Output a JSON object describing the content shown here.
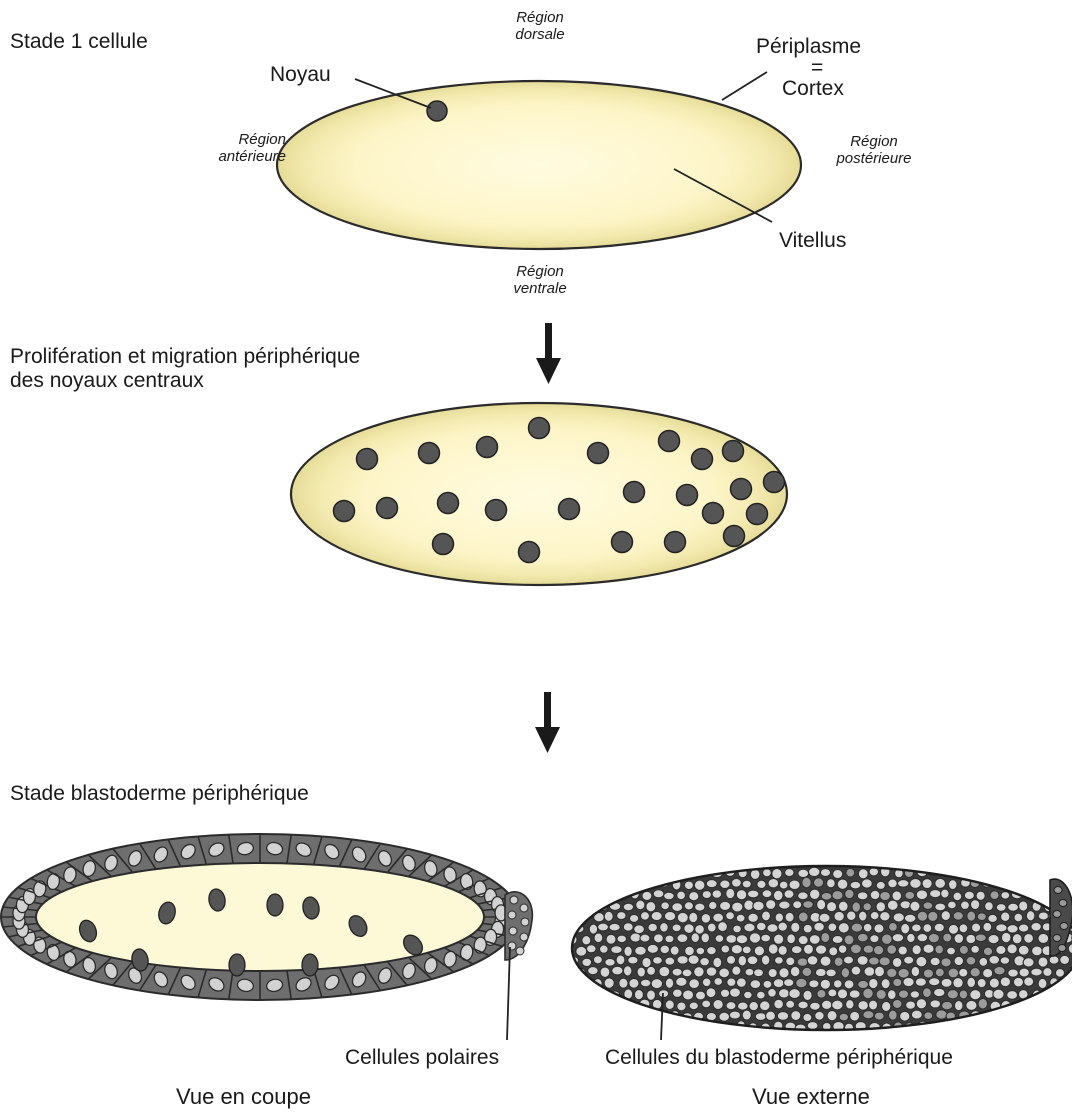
{
  "stage1": {
    "title": "Stade 1 cellule",
    "region_dorsal": [
      "Région",
      "dorsale"
    ],
    "region_ventral": [
      "Région",
      "ventrale"
    ],
    "region_anterior": [
      "Région",
      "antérieure"
    ],
    "region_posterior": [
      "Région",
      "postérieure"
    ],
    "noyau_label": "Noyau",
    "periplasme_label": "Périplasme",
    "equals_label": "=",
    "cortex_label": "Cortex",
    "vitellus_label": "Vitellus"
  },
  "stage2": {
    "title_line1": "Prolifération et migration périphérique",
    "title_line2": "des noyaux centraux"
  },
  "stage3": {
    "title": "Stade blastoderme périphérique",
    "polar_cells_label": "Cellules polaires",
    "blastoderm_cells_label": "Cellules du blastoderme périphérique",
    "section_caption": "Vue en coupe",
    "external_caption": "Vue externe"
  },
  "colors": {
    "yolk": "#fdf8d6",
    "cortex_shade": "#ece4a6",
    "outline": "#2b2b2b",
    "nucleus": "#555555",
    "cell_fill": "#6e6e6e",
    "cell_light": "#d2d2d2"
  }
}
